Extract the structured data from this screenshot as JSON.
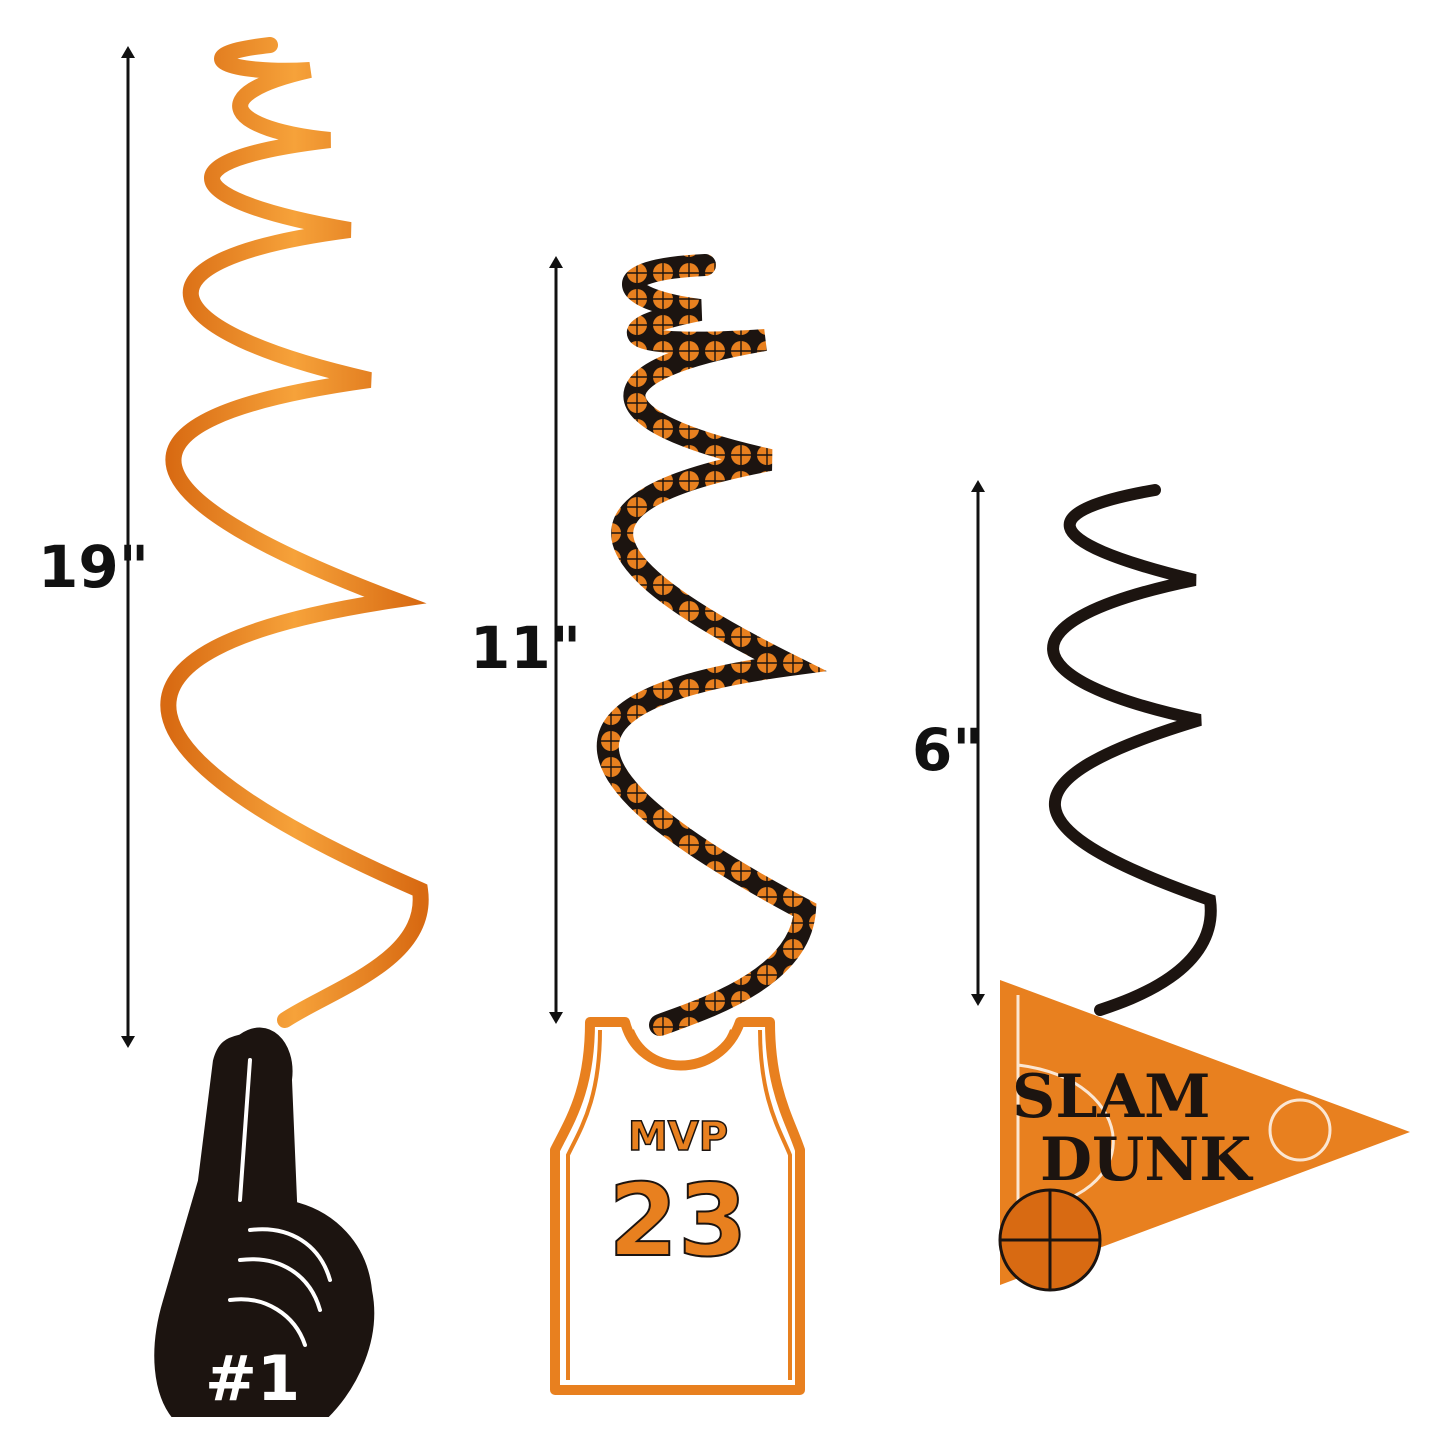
{
  "colors": {
    "orange": "#e8801f",
    "orange_light": "#f4a23c",
    "black": "#1c1410",
    "white": "#ffffff"
  },
  "swirls": [
    {
      "id": "swirl-19",
      "dimension": "19\"",
      "color": "#e8801f",
      "attachment": {
        "type": "foam-finger",
        "text": "#1"
      }
    },
    {
      "id": "swirl-11",
      "dimension": "11\"",
      "color": "#1c1410",
      "attachment": {
        "type": "jersey",
        "title": "MVP",
        "number": "23"
      }
    },
    {
      "id": "swirl-6",
      "dimension": "6\"",
      "color": "#1c1410",
      "attachment": {
        "type": "pennant",
        "line1": "SLAM",
        "line2": "DUNK"
      }
    }
  ]
}
